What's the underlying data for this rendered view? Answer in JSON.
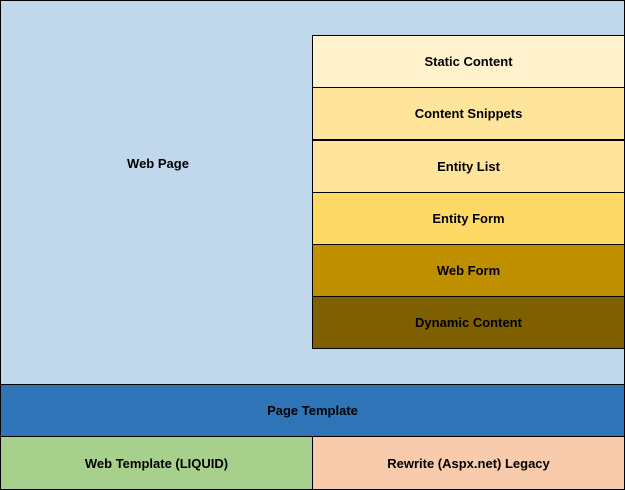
{
  "web_page": {
    "label": "Web Page",
    "color": "#c0d7ec"
  },
  "content_layers": [
    {
      "label": "Static Content",
      "color": "#fff2cc"
    },
    {
      "label": "Content Snippets",
      "color": "#ffe49c"
    },
    {
      "label": "Entity List",
      "color": "#ffe49c"
    },
    {
      "label": "Entity Form",
      "color": "#ffd966"
    },
    {
      "label": "Web Form",
      "color": "#bf8f00"
    },
    {
      "label": "Dynamic Content",
      "color": "#7f6000"
    }
  ],
  "page_template": {
    "label": "Page Template",
    "color": "#2e74b7"
  },
  "web_template": {
    "label": "Web Template (LIQUID)",
    "color": "#a8d08d"
  },
  "rewrite_template": {
    "label": "Rewrite (Aspx.net) Legacy",
    "color": "#f7cbac"
  }
}
